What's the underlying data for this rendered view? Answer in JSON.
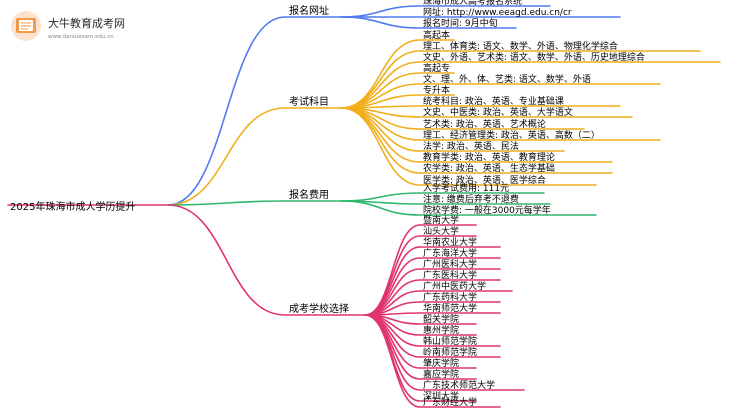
{
  "logo": {
    "title": "大牛教育成考网",
    "subtitle": "www.daniuexam.edu.cn"
  },
  "root": {
    "label": "2025年珠海市成人学历提升"
  },
  "branches": [
    {
      "label": "报名网址",
      "color": "#4f7cf0",
      "children": [
        "珠海市成人高考报名系统",
        "网址: http://www.eeagd.edu.cn/cr",
        "报名时间: 9月中旬"
      ]
    },
    {
      "label": "考试科目",
      "color": "#f1ae1a",
      "children": [
        "高起本",
        "理工、体育类: 语文、数学、外语、物理化学综合",
        "文史、外语、艺术类: 语文、数学、外语、历史地理综合",
        "高起专",
        "文、理、外、体、艺类: 语文、数学、外语",
        "专升本",
        "统考科目: 政治、英语、专业基础课",
        "文史、中医类: 政治、英语、大学语文",
        "艺术类: 政治、英语、艺术概论",
        "理工、经济管理类: 政治、英语、高数（二）",
        "法学: 政治、英语、民法",
        "教育学类: 政治、英语、教育理论",
        "农学类: 政治、英语、生态学基础",
        "医学类: 政治、英语、医学综合"
      ]
    },
    {
      "label": "报名费用",
      "color": "#2fb86a",
      "children": [
        "入学考试费用: 111元",
        "注意: 缴费后弃考不退费",
        "院校学费: 一般在3000元每学年"
      ]
    },
    {
      "label": "成考学校选择",
      "color": "#e0336f",
      "children": [
        "暨南大学",
        "汕头大学",
        "华南农业大学",
        "广东海洋大学",
        "广州医科大学",
        "广东医科大学",
        "广州中医药大学",
        "广东药科大学",
        "华南师范大学",
        "韶关学院",
        "惠州学院",
        "韩山师范学院",
        "岭南师范学院",
        "肇庆学院",
        "嘉应学院",
        "广东技术师范大学",
        "深圳大学",
        "广东财经大学"
      ]
    }
  ]
}
